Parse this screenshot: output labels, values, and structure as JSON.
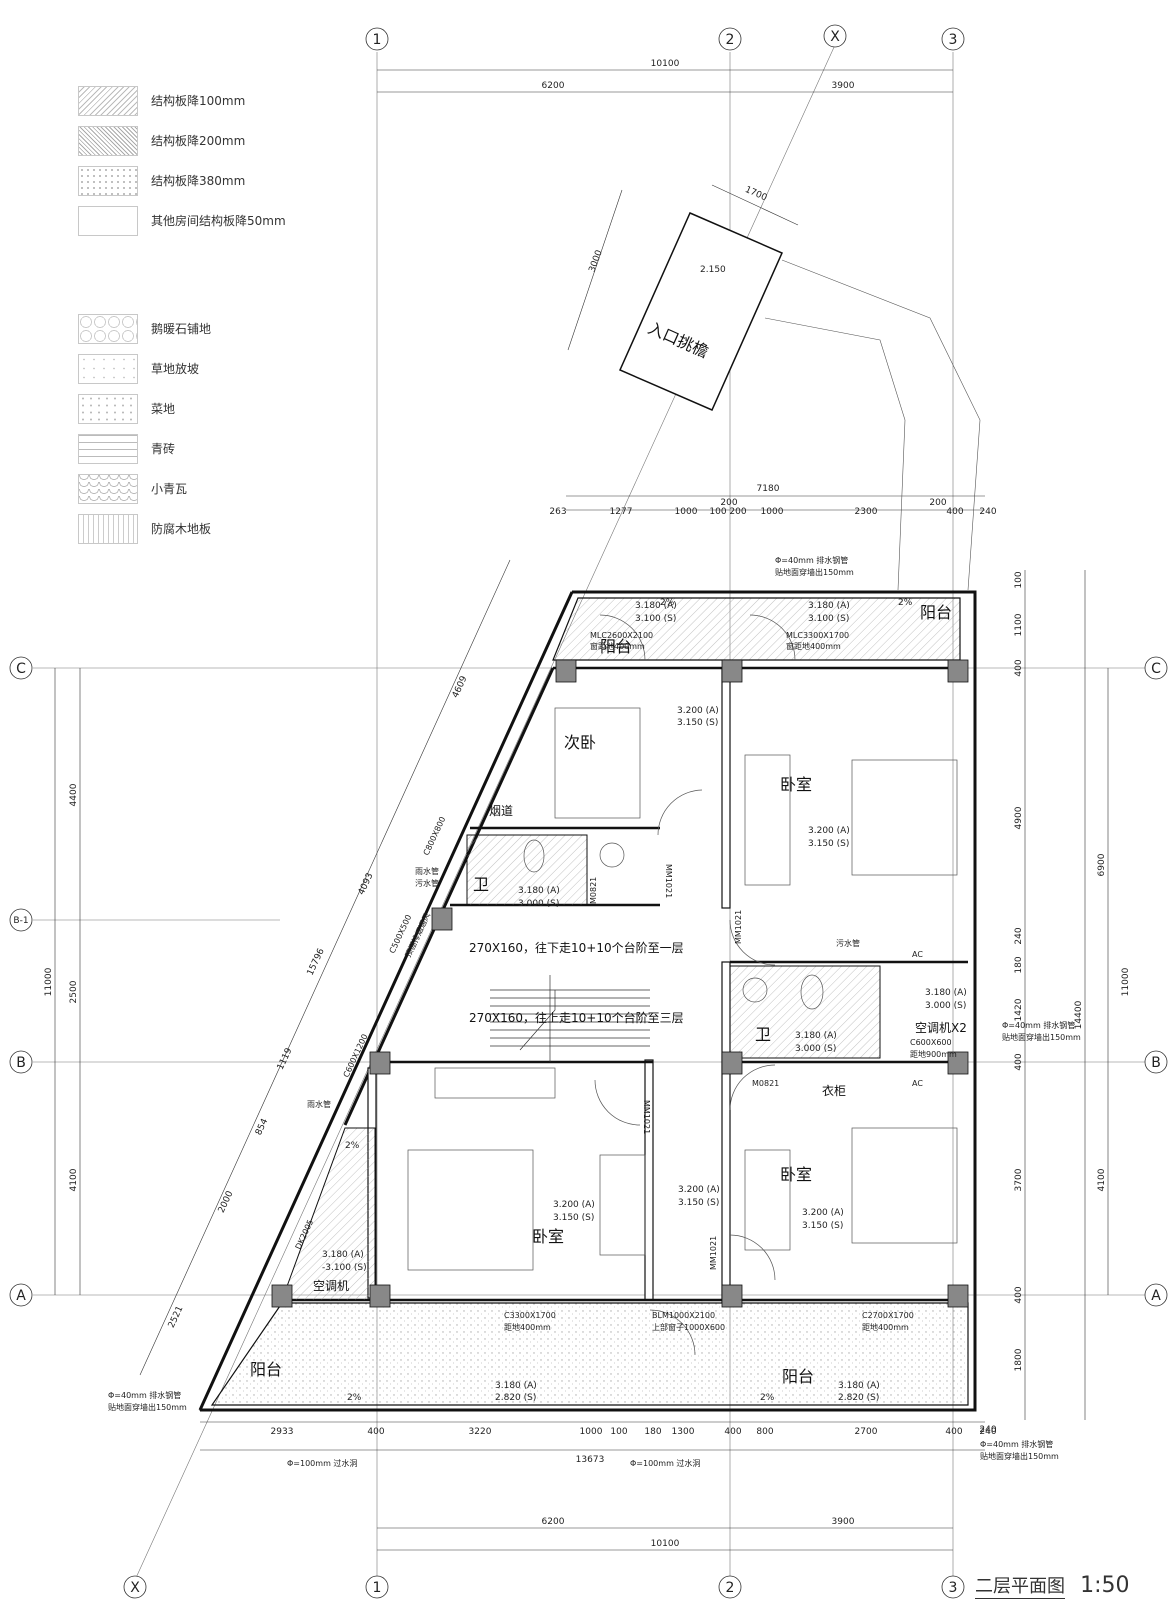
{
  "legend": [
    {
      "label": "结构板降100mm",
      "pattern": "hatch-light"
    },
    {
      "label": "结构板降200mm",
      "pattern": "hatch-dense"
    },
    {
      "label": "结构板降380mm",
      "pattern": "dots"
    },
    {
      "label": "其他房间结构板降50mm",
      "pattern": "blank"
    },
    {
      "label": "鹅暖石铺地",
      "pattern": "pebbles"
    },
    {
      "label": "草地放坡",
      "pattern": "grass"
    },
    {
      "label": "菜地",
      "pattern": "garden"
    },
    {
      "label": "青砖",
      "pattern": "brick"
    },
    {
      "label": "小青瓦",
      "pattern": "tile"
    },
    {
      "label": "防腐木地板",
      "pattern": "wood"
    }
  ],
  "axes": {
    "top": [
      "1",
      "2",
      "X",
      "3"
    ],
    "bottom": [
      "X",
      "1",
      "2",
      "3"
    ],
    "side": [
      "C",
      "B-1",
      "B",
      "A"
    ]
  },
  "dims": {
    "top_total": "10100",
    "top_a": "6200",
    "top_b": "3900",
    "bottom_total": "10100",
    "bottom_a": "6200",
    "bottom_b": "3900",
    "canopy_w": "1700",
    "canopy_l": "3000",
    "upper_total": "7180",
    "upper_chain": [
      "263",
      "1277",
      "1000",
      "100",
      "200",
      "1000",
      "2300",
      "200",
      "400",
      "240"
    ],
    "upper_200": "200",
    "lower_chain": [
      "2933",
      "400",
      "3220",
      "1000",
      "100",
      "180",
      "1300",
      "400",
      "800",
      "2700",
      "400",
      "240"
    ],
    "lower_total": "13673",
    "left_outer": "11000",
    "left_a": "4400",
    "left_b": "2500",
    "left_c": "4100",
    "right_total": "14400",
    "right_a": "6900",
    "right_b": "4100",
    "right_c": "11000",
    "right_chain": [
      "100",
      "1100",
      "400",
      "4900",
      "240",
      "180",
      "1420",
      "400",
      "3700",
      "400",
      "1800",
      "240"
    ],
    "diag_total": "15796",
    "diag_a": "4609",
    "diag_b": "4093",
    "diag_c": "1119",
    "diag_d": "854",
    "diag_e": "2000",
    "diag_f": "2521"
  },
  "rooms": {
    "canopy": "入口挑檐",
    "balcony": "阳台",
    "second_bedroom": "次卧",
    "bedroom": "卧室",
    "bath": "卫",
    "flue": "烟道",
    "wardrobe": "衣柜",
    "ac": "空调机",
    "ac2": "空调机X2",
    "ac_tag": "AC"
  },
  "levels": {
    "canopy": "2.150",
    "balcony_a": "3.180 (A)",
    "balcony_s": "3.100 (S)",
    "room_a": "3.200 (A)",
    "room_s": "3.150 (S)",
    "bath_a": "3.180 (A)",
    "bath_s": "3.000 (S)",
    "ac_s": "-3.100 (S)",
    "front_a": "3.180 (A)",
    "front_s": "2.820 (S)",
    "slope": "2%"
  },
  "stairs": {
    "down": "270X160，往下走10+10个台阶至一层",
    "up": "270X160，往上走10+10个台阶至三层"
  },
  "openings": {
    "mlc1": "MLC2600X2100",
    "mlc2": "MLC3300X1700",
    "sill": "窗距地400mm",
    "mm1021": "MM1021",
    "m0821": "M0821",
    "c3300": "C3300X1700",
    "c2700": "C2700X1700",
    "blm": "BLM1000X2100",
    "blm_note": "上部窗子1000X600",
    "sill2": "距地400mm",
    "c600": "C600X1200",
    "c600b": "C600X600",
    "c500": "C500X500",
    "c800": "C800X800",
    "dk": "DK2005"
  },
  "notes": {
    "drain40": "Φ=40mm 排水钢管",
    "drain40_sub": "贴地面穿墙出150mm",
    "drain100": "Φ=100mm 过水洞",
    "rain_pipe": "雨水管",
    "waste_pipe": "污水管",
    "c500_note": "顶棚排烟通风",
    "sill900": "距地900mm"
  },
  "title": {
    "name": "二层平面图",
    "scale": "1:50"
  }
}
